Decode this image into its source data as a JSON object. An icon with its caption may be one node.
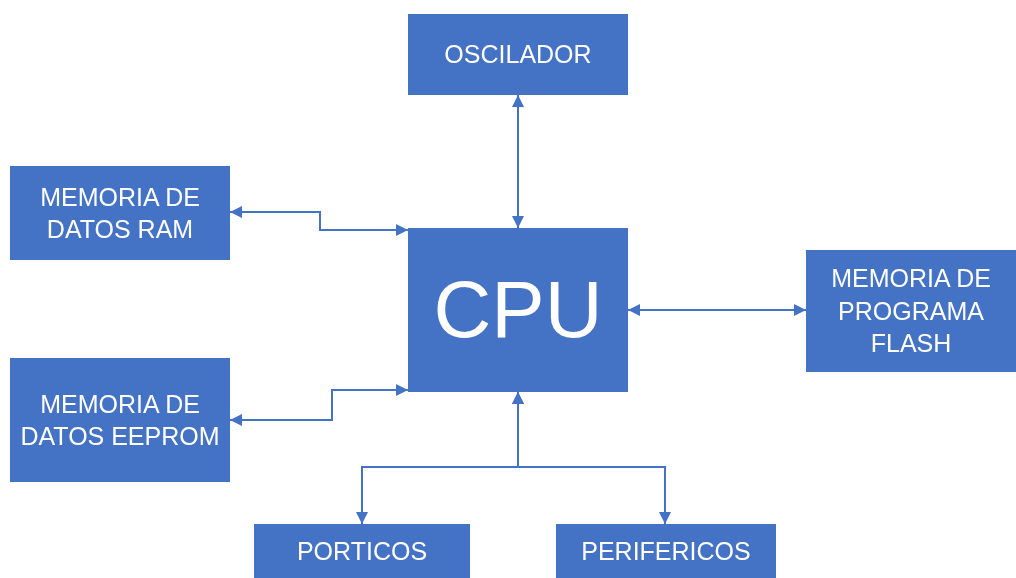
{
  "diagram": {
    "nodes": [
      {
        "text": [
          "OSCILADOR"
        ]
      },
      {
        "text": [
          "MEMORIA DE DATOS RAM"
        ]
      },
      {
        "text": [
          "CPU"
        ]
      },
      {
        "text": [
          "MEMORIA DE PROGRAMA FLASH"
        ]
      },
      {
        "text": [
          "MEMORIA DE DATOS EEPROM"
        ]
      },
      {
        "text": [
          "PORTICOS"
        ]
      },
      {
        "text": [
          "PERIFERICOS"
        ]
      }
    ],
    "edges": [
      {
        "from": 0,
        "to": 2,
        "arrow": "both"
      },
      {
        "from": 1,
        "to": 2,
        "arrow": "both"
      },
      {
        "from": 4,
        "to": 2,
        "arrow": "both"
      },
      {
        "from": 2,
        "to": 3,
        "arrow": "both"
      },
      {
        "from": 2,
        "to": 5,
        "arrow": "both"
      },
      {
        "from": 2,
        "to": 6,
        "arrow": "both"
      }
    ]
  }
}
